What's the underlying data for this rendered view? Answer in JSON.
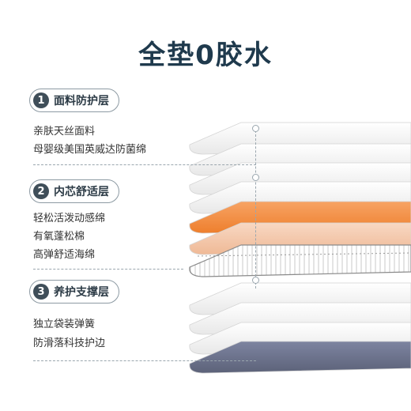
{
  "title": "全垫0胶水",
  "sections": [
    {
      "number": "1",
      "label": "面料防护层",
      "items": [
        "亲肤天丝面料",
        "母婴级美国英威达防菌绵"
      ]
    },
    {
      "number": "2",
      "label": "内芯舒适层",
      "items": [
        "轻松活泼动感绵",
        "有氧蓬松棉",
        "高弹舒适海绵"
      ]
    },
    {
      "number": "3",
      "label": "养护支撑层",
      "items": [
        "独立袋装弹簧",
        "防滑落科技护边"
      ]
    }
  ],
  "colors": {
    "title": "#1f3a4d",
    "badge": "#3f4e59",
    "layer_light": "#eeeeee",
    "layer_orange": "#f08a3a",
    "layer_peach": "#f5c7a6",
    "layer_base": "#6a7088"
  }
}
